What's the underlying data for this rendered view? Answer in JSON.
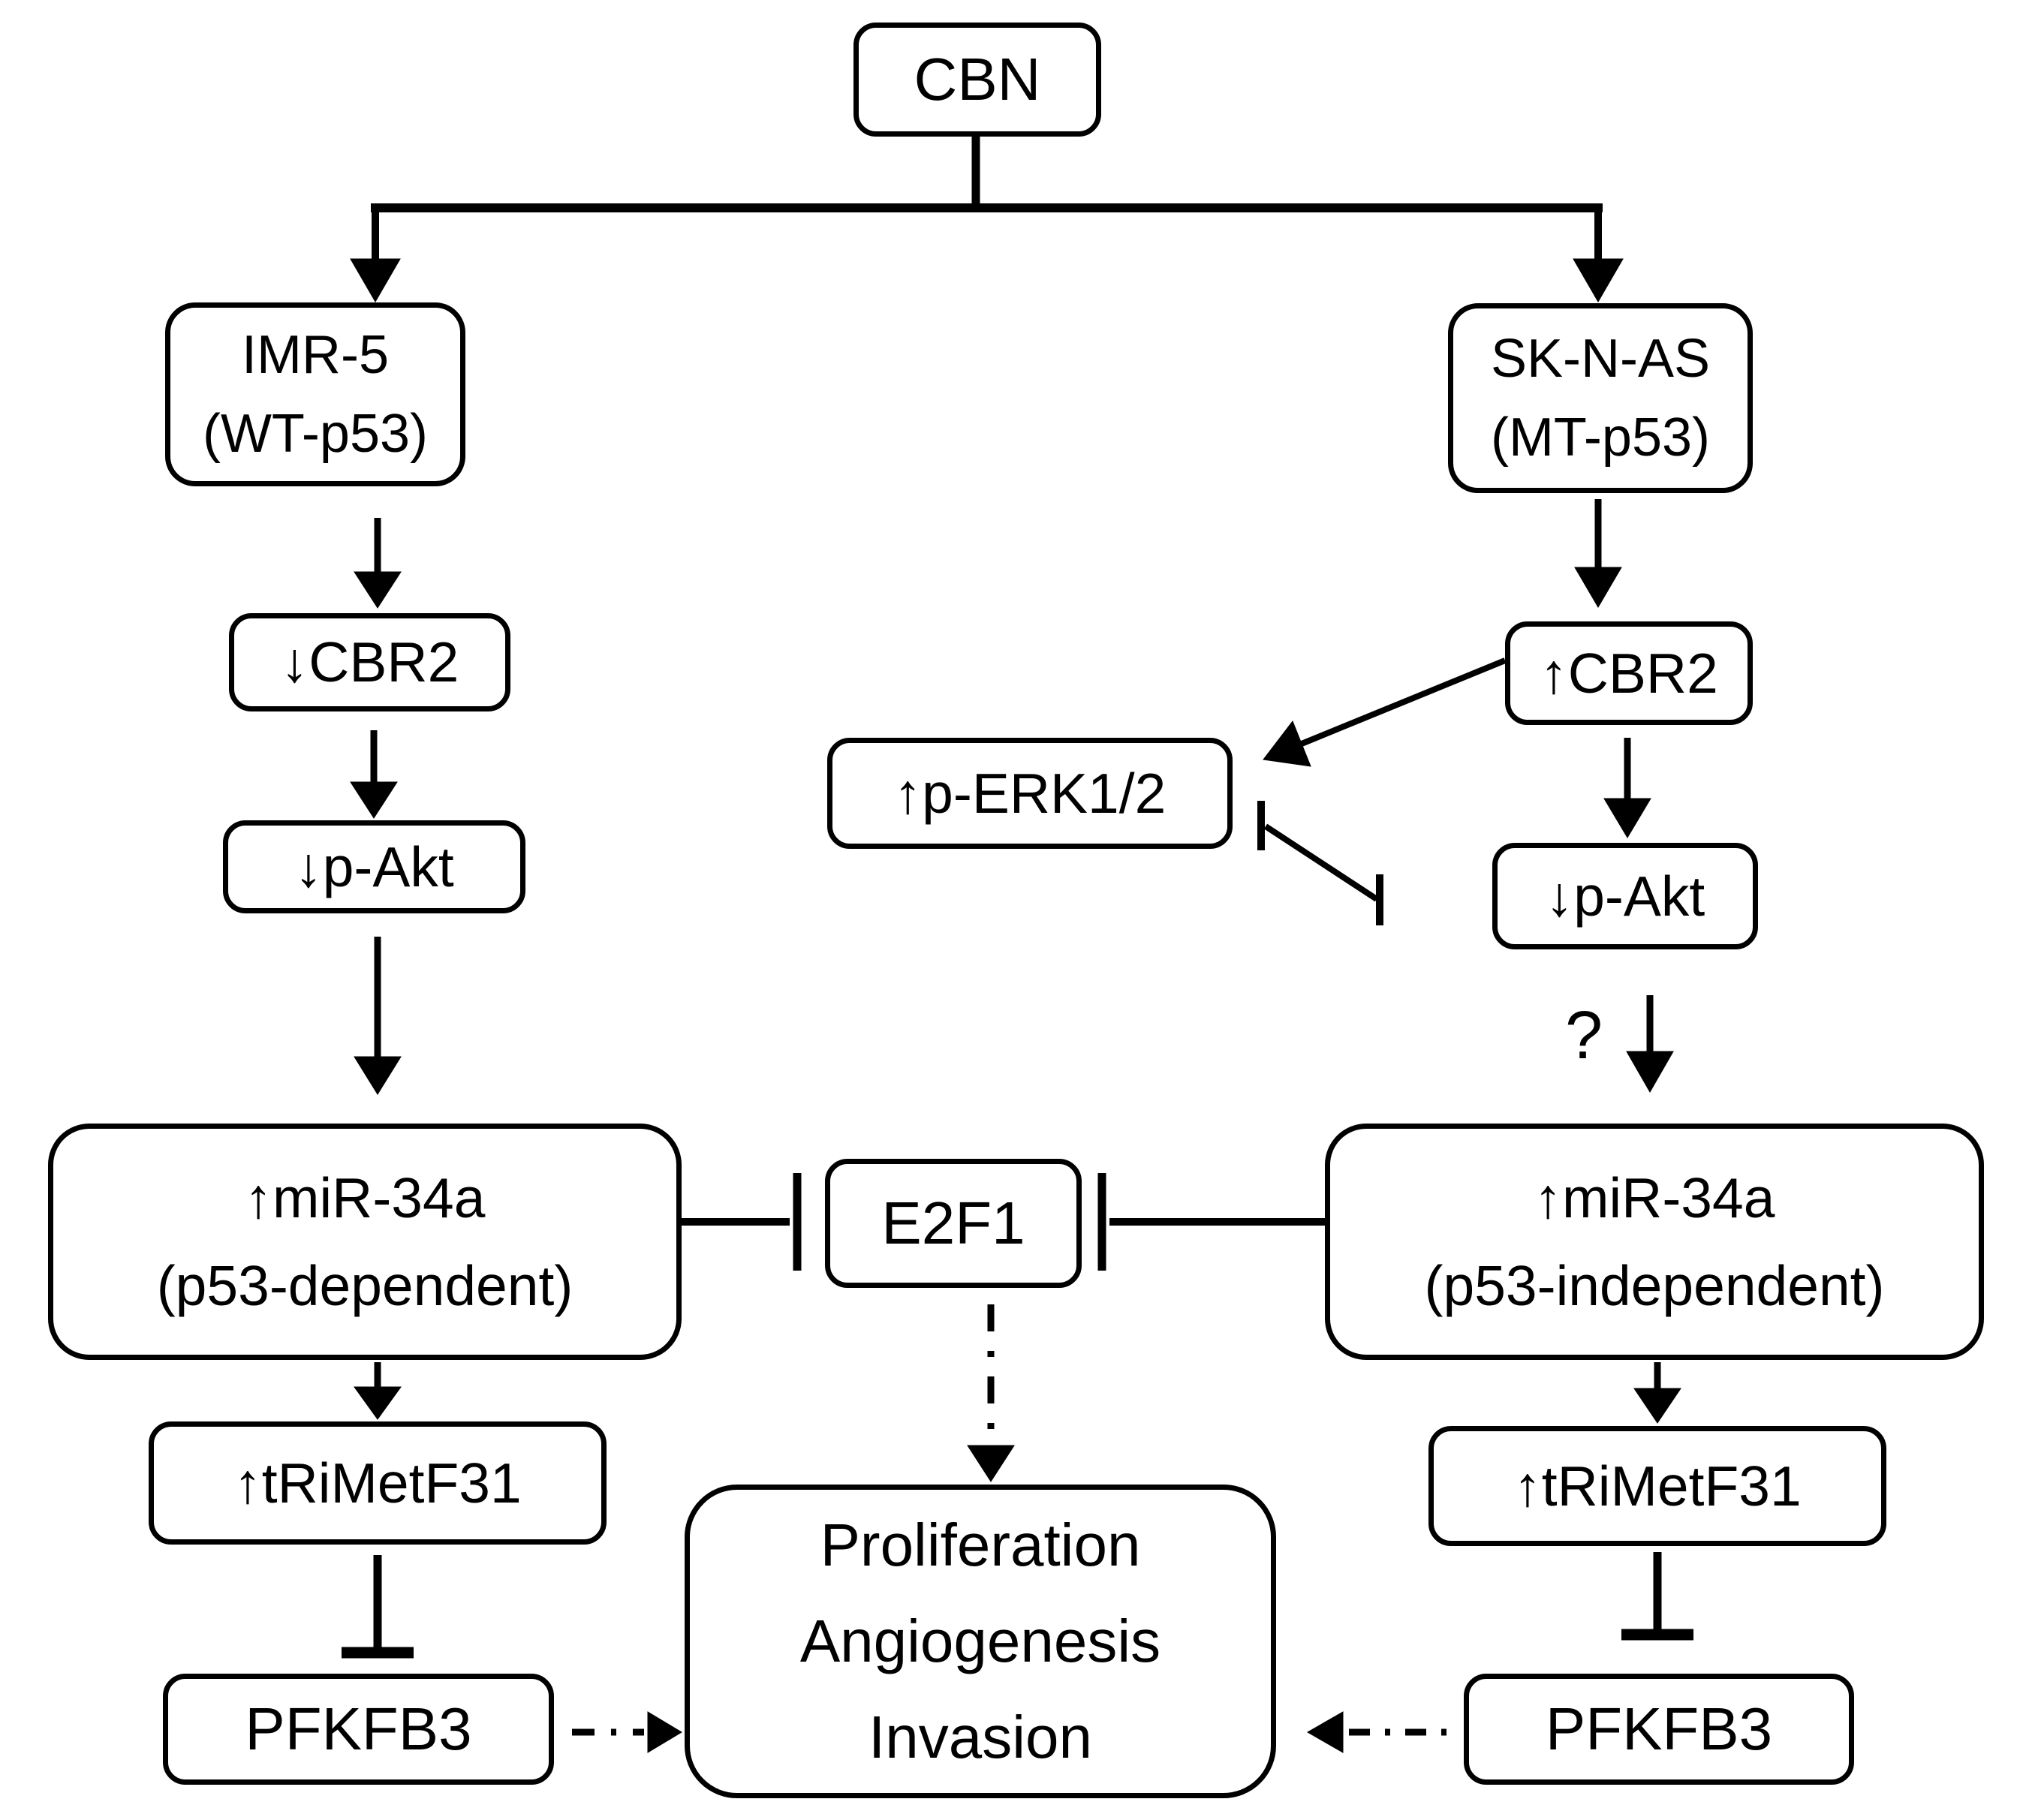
{
  "figure": {
    "background_color": "#ffffff",
    "line_color": "#000000",
    "text_color": "#000000",
    "description_visible_content_only": true
  },
  "nodes": {
    "cbn": {
      "label": "CBN"
    },
    "imr5": {
      "lines": [
        "IMR-5",
        "(WT-p53)"
      ]
    },
    "sknas": {
      "lines": [
        "SK-N-AS",
        "(MT-p53)"
      ]
    },
    "cbr2_down": {
      "label": "↓CBR2"
    },
    "pakt_left": {
      "label": "↓p-Akt"
    },
    "mir34a_dependent": {
      "lines": [
        "↑miR-34a",
        "(p53-dependent)"
      ]
    },
    "trimetf31_left": {
      "label": "↑tRiMetF31"
    },
    "pfkfb3_left": {
      "label": "PFKFB3"
    },
    "perk12": {
      "label": "↑p-ERK1/2"
    },
    "cbr2_up": {
      "label": "↑CBR2"
    },
    "pakt_right": {
      "label": "↓p-Akt"
    },
    "mir34a_independent": {
      "lines": [
        "↑miR-34a",
        "(p53-independent)"
      ]
    },
    "trimetf31_right": {
      "label": "↑tRiMetF31"
    },
    "pfkfb3_right": {
      "label": "PFKFB3"
    },
    "e2f1": {
      "label": "E2F1"
    },
    "outcomes": {
      "lines": [
        "Proliferation",
        "Angiogenesis",
        "Invasion"
      ]
    },
    "uncertainty": {
      "label": "?"
    }
  },
  "edges": [
    {
      "from": "CBN",
      "to": "IMR-5 (WT-p53)",
      "type": "arrow"
    },
    {
      "from": "CBN",
      "to": "SK-N-AS (MT-p53)",
      "type": "arrow"
    },
    {
      "from": "IMR-5 (WT-p53)",
      "to": "↓CBR2",
      "type": "arrow"
    },
    {
      "from": "↓CBR2",
      "to": "↓p-Akt",
      "type": "arrow"
    },
    {
      "from": "↓p-Akt (left)",
      "to": "↑miR-34a (p53-dependent)",
      "type": "arrow"
    },
    {
      "from": "↑miR-34a (p53-dependent)",
      "to": "↑tRiMetF31",
      "type": "arrow"
    },
    {
      "from": "↑tRiMetF31 (left)",
      "to": "PFKFB3",
      "type": "inhibition"
    },
    {
      "from": "PFKFB3 (left)",
      "to": "Proliferation/Angiogenesis/Invasion",
      "type": "dash-dot-arrow"
    },
    {
      "from": "SK-N-AS (MT-p53)",
      "to": "↑CBR2",
      "type": "arrow"
    },
    {
      "from": "↑CBR2",
      "to": "↑p-ERK1/2",
      "type": "arrow"
    },
    {
      "from": "↑CBR2",
      "to": "↓p-Akt",
      "type": "arrow"
    },
    {
      "from": "↑p-ERK1/2",
      "to": "↓p-Akt",
      "type": "mutual-inhibition"
    },
    {
      "from": "↓p-Akt (right)",
      "to": "↑miR-34a (p53-independent)",
      "type": "arrow",
      "annotation": "?"
    },
    {
      "from": "↑miR-34a (p53-independent)",
      "to": "↑tRiMetF31",
      "type": "arrow"
    },
    {
      "from": "↑tRiMetF31 (right)",
      "to": "PFKFB3",
      "type": "inhibition"
    },
    {
      "from": "PFKFB3 (right)",
      "to": "Proliferation/Angiogenesis/Invasion",
      "type": "dash-dot-arrow"
    },
    {
      "from": "↑miR-34a (p53-dependent)",
      "to": "E2F1",
      "type": "inhibition"
    },
    {
      "from": "↑miR-34a (p53-independent)",
      "to": "E2F1",
      "type": "inhibition"
    },
    {
      "from": "E2F1",
      "to": "Proliferation/Angiogenesis/Invasion",
      "type": "dashed-arrow"
    }
  ]
}
